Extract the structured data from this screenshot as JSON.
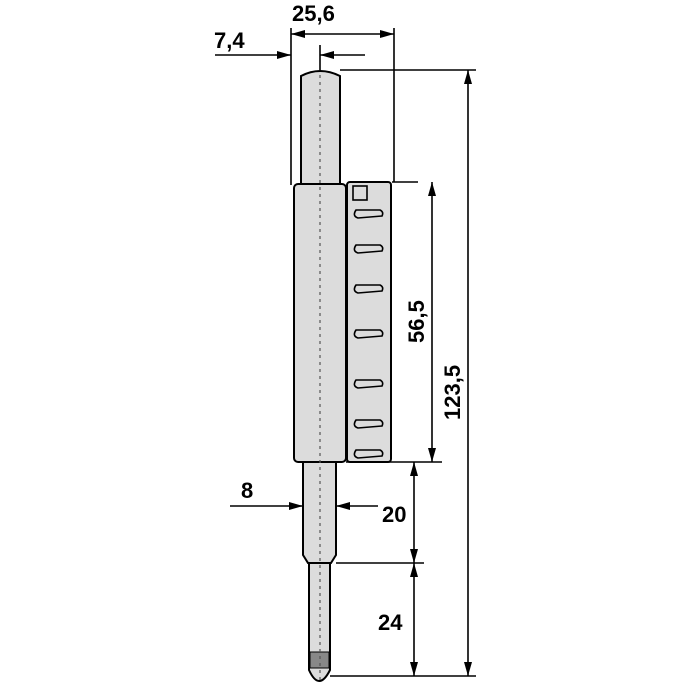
{
  "drawing": {
    "dimensions": {
      "overall_width": "25,6",
      "stem_offset": "7,4",
      "total_height": "123,5",
      "body_height": "56,5",
      "stem_diameter": "8",
      "lower_stem_length": "20",
      "probe_length": "24"
    }
  }
}
